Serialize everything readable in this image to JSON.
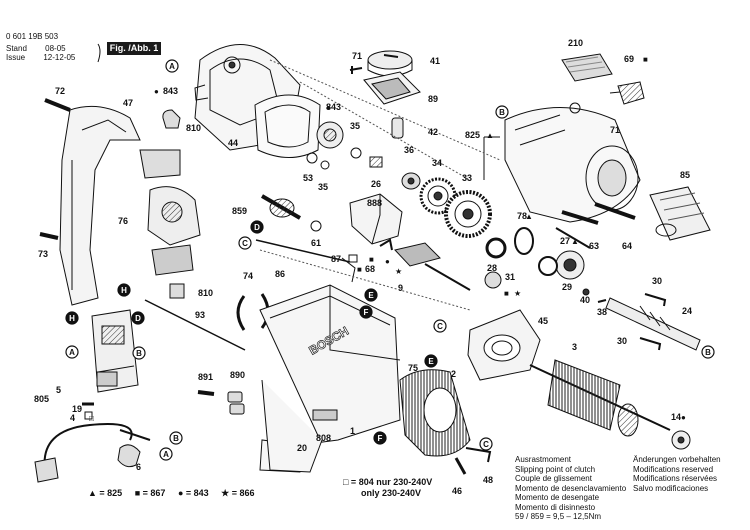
{
  "header": {
    "doc_number": "0 601 19B 503",
    "stand_label": "Stand",
    "stand_value": "08-05",
    "issue_label": "Issue",
    "issue_value": "12-12-05",
    "figure_label": "Fig. /Abb. 1"
  },
  "parts": [
    {
      "id": "p210",
      "label": "210"
    },
    {
      "id": "p41",
      "label": "41"
    },
    {
      "id": "p71a",
      "label": "71"
    },
    {
      "id": "p69",
      "label": "69"
    },
    {
      "id": "p89",
      "label": "89"
    },
    {
      "id": "p843a",
      "label": "843"
    },
    {
      "id": "p72",
      "label": "72"
    },
    {
      "id": "p47",
      "label": "47"
    },
    {
      "id": "p810a",
      "label": "810"
    },
    {
      "id": "p843b",
      "label": "843"
    },
    {
      "id": "p35a",
      "label": "35"
    },
    {
      "id": "p42",
      "label": "42"
    },
    {
      "id": "p71b",
      "label": "71"
    },
    {
      "id": "p825a",
      "label": "825"
    },
    {
      "id": "p44",
      "label": "44"
    },
    {
      "id": "p36",
      "label": "36"
    },
    {
      "id": "p53",
      "label": "53"
    },
    {
      "id": "p35b",
      "label": "35"
    },
    {
      "id": "p26",
      "label": "26"
    },
    {
      "id": "p34",
      "label": "34"
    },
    {
      "id": "p33",
      "label": "33"
    },
    {
      "id": "p85",
      "label": "85"
    },
    {
      "id": "p76",
      "label": "76"
    },
    {
      "id": "p859",
      "label": "859"
    },
    {
      "id": "p888",
      "label": "888"
    },
    {
      "id": "p78",
      "label": "78"
    },
    {
      "id": "p73",
      "label": "73"
    },
    {
      "id": "p61",
      "label": "61"
    },
    {
      "id": "p27",
      "label": "27"
    },
    {
      "id": "p63",
      "label": "63"
    },
    {
      "id": "p64",
      "label": "64"
    },
    {
      "id": "p87",
      "label": "87"
    },
    {
      "id": "p68",
      "label": "68"
    },
    {
      "id": "p28",
      "label": "28"
    },
    {
      "id": "p86",
      "label": "86"
    },
    {
      "id": "p74",
      "label": "74"
    },
    {
      "id": "p31",
      "label": "31"
    },
    {
      "id": "p29",
      "label": "29"
    },
    {
      "id": "p30a",
      "label": "30"
    },
    {
      "id": "p9",
      "label": "9"
    },
    {
      "id": "p40",
      "label": "40"
    },
    {
      "id": "p810b",
      "label": "810"
    },
    {
      "id": "p38",
      "label": "38"
    },
    {
      "id": "p24",
      "label": "24"
    },
    {
      "id": "p93",
      "label": "93"
    },
    {
      "id": "p45",
      "label": "45"
    },
    {
      "id": "p30b",
      "label": "30"
    },
    {
      "id": "p3",
      "label": "3"
    },
    {
      "id": "p75",
      "label": "75"
    },
    {
      "id": "p2",
      "label": "2"
    },
    {
      "id": "p1",
      "label": "1"
    },
    {
      "id": "p891",
      "label": "891"
    },
    {
      "id": "p890",
      "label": "890"
    },
    {
      "id": "p5",
      "label": "5"
    },
    {
      "id": "p805",
      "label": "805"
    },
    {
      "id": "p19",
      "label": "19"
    },
    {
      "id": "p4",
      "label": "4"
    },
    {
      "id": "p6",
      "label": "6"
    },
    {
      "id": "p808",
      "label": "808"
    },
    {
      "id": "p20",
      "label": "20"
    },
    {
      "id": "p14",
      "label": "14"
    },
    {
      "id": "p46",
      "label": "46"
    },
    {
      "id": "p48",
      "label": "48"
    }
  ],
  "refs": [
    {
      "id": "rA1",
      "label": "A"
    },
    {
      "id": "rB1",
      "label": "B"
    },
    {
      "id": "rD1",
      "label": "D"
    },
    {
      "id": "rC1",
      "label": "C"
    },
    {
      "id": "rE1",
      "label": "E"
    },
    {
      "id": "rF1",
      "label": "F"
    },
    {
      "id": "rH1",
      "label": "H"
    },
    {
      "id": "rH2",
      "label": "H"
    },
    {
      "id": "rD2",
      "label": "D"
    },
    {
      "id": "rA2",
      "label": "A"
    },
    {
      "id": "rB2",
      "label": "B"
    },
    {
      "id": "rC2",
      "label": "C"
    },
    {
      "id": "rB3",
      "label": "B"
    },
    {
      "id": "rE2",
      "label": "E"
    },
    {
      "id": "rF2",
      "label": "F"
    },
    {
      "id": "rC3",
      "label": "C"
    },
    {
      "id": "rB4",
      "label": "B"
    },
    {
      "id": "rA3",
      "label": "A"
    }
  ],
  "brand_text": "BOSCH",
  "legend": {
    "tri": "▲ = 825",
    "sq": "■ = 867",
    "dot": "● = 843",
    "star": "★ = 866"
  },
  "voltage_note": {
    "line1": "□ = 804 nur 230-240V",
    "line2": "only 230-240V"
  },
  "clutch_note": [
    "Ausrastmoment",
    "Slipping point of clutch",
    "Couple de glissement",
    "Momento de desenclavamiento",
    "Momento de desengate",
    "Momento di disinnesto",
    "59 / 859  =  9,5 – 12,5Nm"
  ],
  "mod_note": [
    "Änderungen vorbehalten",
    "Modifications reserved",
    "Modifications réservées",
    "Salvo modificaciones"
  ]
}
